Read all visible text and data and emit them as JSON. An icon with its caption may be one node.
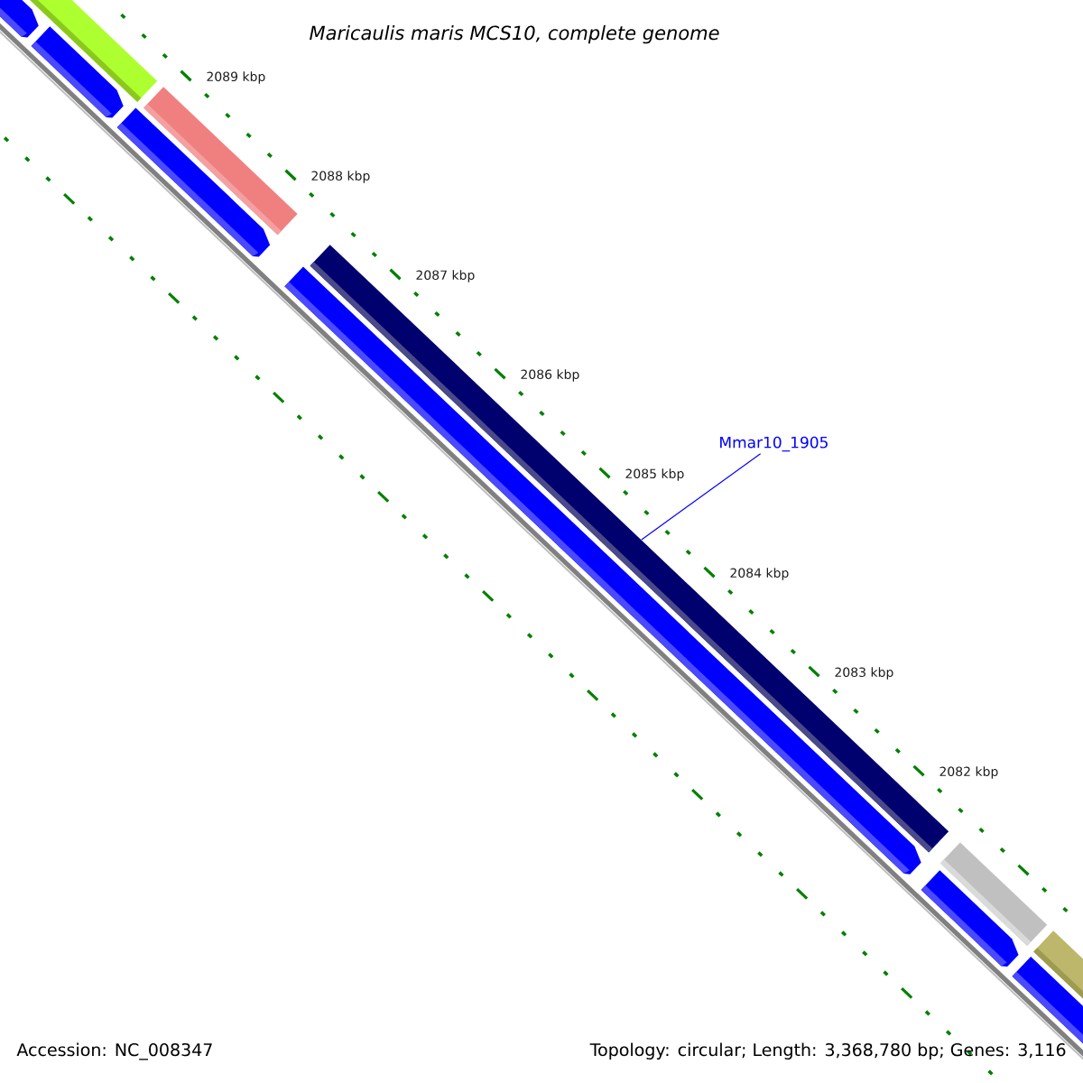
{
  "diagram": {
    "title": "Maricaulis maris MCS10, complete genome",
    "nodes": [
      {
        "text": [
          "Mmar10_1905"
        ]
      },
      {
        "text": [],
        "shape": "bar"
      }
    ],
    "edges": [
      {
        "from": 0,
        "to": 1,
        "arrow": "none"
      }
    ],
    "labels": [
      "2089 kbp",
      "2088 kbp",
      "2087 kbp",
      "2086 kbp",
      "2085 kbp",
      "2084 kbp",
      "2083 kbp",
      "2082 kbp",
      "Accession: NC_008347",
      "Topology: circular; Length: 3,368,780 bp; Genes: 3,116"
    ]
  }
}
